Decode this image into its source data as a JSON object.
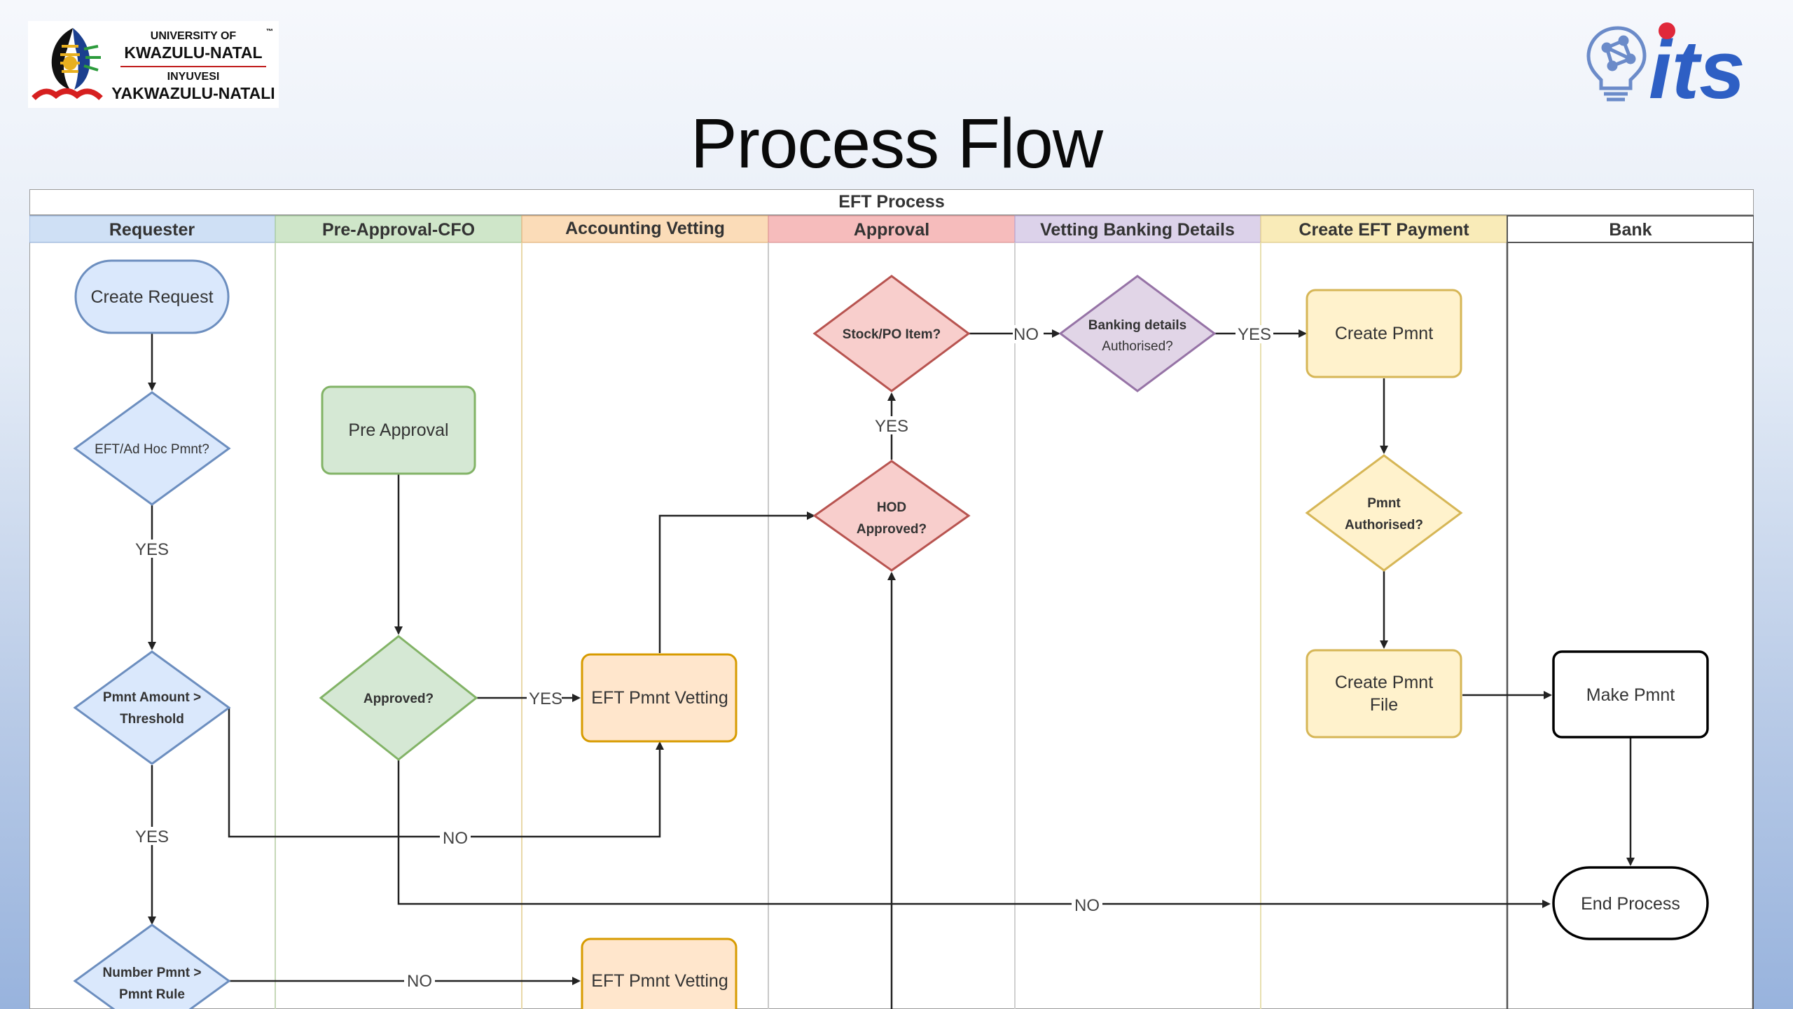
{
  "slide": {
    "title": "Process Flow"
  },
  "university_logo": {
    "line1": "UNIVERSITY OF",
    "line2": "KWAZULU-NATAL",
    "line3": "INYUVESI",
    "line4": "YAKWAZULU-NATALI",
    "trademark": "™"
  },
  "its_logo": {
    "text": "its"
  },
  "diagram": {
    "title": "EFT Process",
    "lanes": [
      {
        "id": "requester",
        "label": "Requester",
        "color": "#cfe0f5"
      },
      {
        "id": "preapproval",
        "label": "Pre-Approval-CFO",
        "color": "#cfe6c9"
      },
      {
        "id": "accounting",
        "label": "Accounting Vetting",
        "color": "#fbdcb8"
      },
      {
        "id": "approval",
        "label": "Approval",
        "color": "#f6bcbc"
      },
      {
        "id": "banking",
        "label": "Vetting Banking Details",
        "color": "#dcd2ea"
      },
      {
        "id": "createeft",
        "label": "Create EFT Payment",
        "color": "#f9ebb8"
      },
      {
        "id": "bank",
        "label": "Bank",
        "color": "#ffffff"
      }
    ],
    "nodes": {
      "create_request": {
        "lines": [
          "Create Request"
        ]
      },
      "eft_adhoc": {
        "lines": [
          "EFT/Ad Hoc Pmnt?"
        ]
      },
      "pmnt_amount": {
        "lines": [
          "Pmnt Amount >",
          "Threshold"
        ]
      },
      "number_pmnt": {
        "lines": [
          "Number Pmnt >",
          "Pmnt Rule"
        ]
      },
      "pre_approval": {
        "lines": [
          "Pre Approval"
        ]
      },
      "approved": {
        "lines": [
          "Approved?"
        ]
      },
      "eft_vetting_1": {
        "lines": [
          "EFT Pmnt Vetting"
        ]
      },
      "eft_vetting_2": {
        "lines": [
          "EFT Pmnt Vetting"
        ]
      },
      "stock_po": {
        "lines": [
          "Stock/PO Item?"
        ]
      },
      "hod_approved": {
        "lines": [
          "HOD",
          "Approved?"
        ]
      },
      "banking_details": {
        "lines": [
          "Banking details",
          "Authorised?"
        ]
      },
      "create_pmnt": {
        "lines": [
          "Create Pmnt"
        ]
      },
      "pmnt_authorised": {
        "lines": [
          "Pmnt",
          "Authorised?"
        ]
      },
      "create_pmnt_file": {
        "lines": [
          "Create Pmnt",
          "File"
        ]
      },
      "make_pmnt": {
        "lines": [
          "Make Pmnt"
        ]
      },
      "end_process": {
        "lines": [
          "End Process"
        ]
      }
    },
    "edge_labels": {
      "yes_eft": "YES",
      "yes_amount": "YES",
      "yes_approved": "YES",
      "yes_hod": "YES",
      "yes_banking": "YES",
      "no_stock": "NO",
      "no_amount": "NO",
      "no_approved": "NO",
      "no_number": "NO"
    },
    "colors": {
      "blue_fill": "#dae8fc",
      "blue_stroke": "#6c8ebf",
      "green_fill": "#d5e8d4",
      "green_stroke": "#82b366",
      "orange_fill": "#ffe6cc",
      "orange_stroke": "#d79b00",
      "red_fill": "#f8cecc",
      "red_stroke": "#b85450",
      "purple_fill": "#e1d5e7",
      "purple_stroke": "#9673a6",
      "yellow_fill": "#fff2cc",
      "yellow_stroke": "#d6b656",
      "white_fill": "#ffffff",
      "black_stroke": "#000000"
    }
  }
}
